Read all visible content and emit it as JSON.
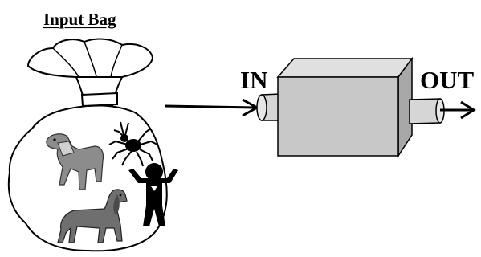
{
  "diagram": {
    "bag_title": "Input Bag",
    "input_label": "IN",
    "output_label": "OUT",
    "bag_contents": [
      "horse-icon",
      "spider-icon",
      "person-icon",
      "dog-icon"
    ]
  },
  "colors": {
    "ink": "#000000",
    "box_front": "#c8c8c8",
    "box_top": "#e0e0e0",
    "box_side": "#a8a8a8",
    "pipe": "#d6d6d6",
    "animal_gray": "#8c8c8c"
  }
}
